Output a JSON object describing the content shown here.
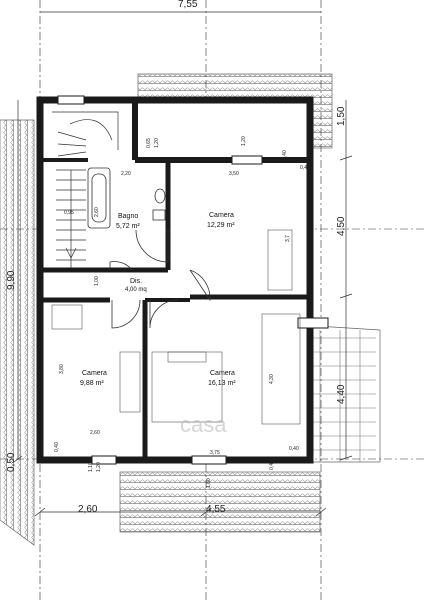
{
  "dimensions": {
    "top_width": "7,55",
    "bottom_left_width": "2,60",
    "bottom_right_width": "4,55",
    "left_height": "9,90",
    "left_bottom_height": "0,50",
    "right_top_height": "1,50",
    "right_mid_height": "4,50",
    "right_bottom_height": "4,40"
  },
  "rooms": {
    "bagno": {
      "name": "Bagno",
      "area": "5,72 m²"
    },
    "camera_top_right": {
      "name": "Camera",
      "area": "12,29 m²"
    },
    "disimpegno": {
      "name": "Dis.",
      "area": "4,00 mq"
    },
    "camera_bottom_left": {
      "name": "Camera",
      "area": "9,88 m²"
    },
    "camera_bottom_right": {
      "name": "Camera",
      "area": "16,13 m²"
    }
  },
  "inner_dims": {
    "d_2_20": "2,20",
    "d_3_50": "3,50",
    "d_0_95": "0,95",
    "d_2_60_v": "2,60",
    "d_1_00": "1,00",
    "d_3_80": "3,80",
    "d_2_60_h": "2,60",
    "d_4_30": "4,30",
    "d_3_75": "3,75",
    "d_0_40_a": "0,40",
    "d_0_40_b": "0,40",
    "d_0_40_c": "0,40",
    "d_0_40_d": "0,40",
    "d_0_40_e": "0,40",
    "d_0_65": "0,65",
    "d_1_20_a": "1,20",
    "d_1_20_b": "1,20",
    "d_1_20_c": "1,20",
    "d_1_10": "1,10",
    "d_1_80": "1,80",
    "d_3_7": "3,7"
  },
  "watermark": "casa",
  "colors": {
    "line": "#222222",
    "wall": "#1a1a1a",
    "roof": "#555555"
  }
}
